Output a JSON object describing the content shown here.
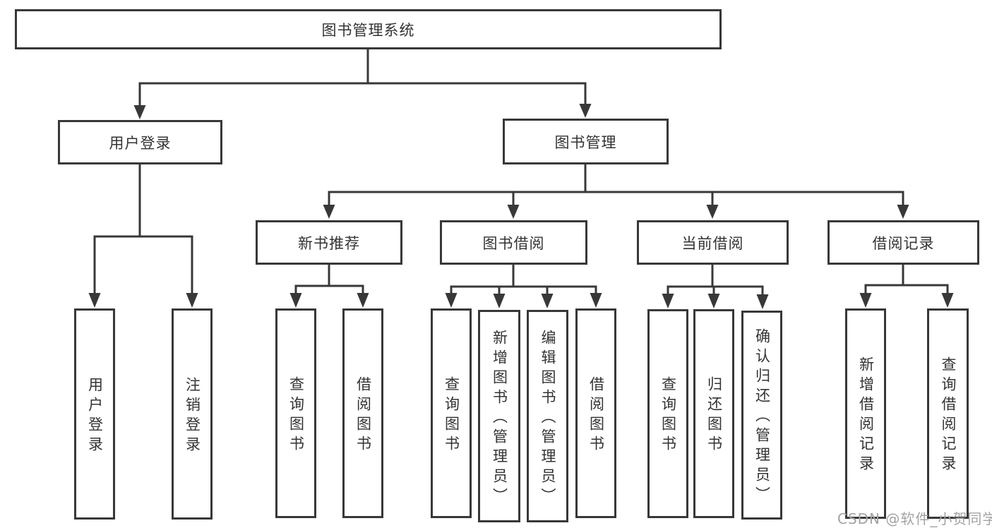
{
  "diagram": {
    "type": "hierarchy-tree",
    "root": {
      "label": "图书管理系统"
    },
    "level2": [
      {
        "label": "用户登录"
      },
      {
        "label": "图书管理"
      }
    ],
    "level3": [
      {
        "label": "新书推荐"
      },
      {
        "label": "图书借阅"
      },
      {
        "label": "当前借阅"
      },
      {
        "label": "借阅记录"
      }
    ],
    "leaves": [
      {
        "label": "用户登录"
      },
      {
        "label": "注销登录"
      },
      {
        "label": "查询图书"
      },
      {
        "label": "借阅图书"
      },
      {
        "label": "查询图书"
      },
      {
        "label": "新增图书（管理员）"
      },
      {
        "label": "编辑图书（管理员）"
      },
      {
        "label": "借阅图书"
      },
      {
        "label": "查询图书"
      },
      {
        "label": "归还图书"
      },
      {
        "label": "确认归还（管理员）"
      },
      {
        "label": "新增借阅记录"
      },
      {
        "label": "查询借阅记录"
      }
    ],
    "hierarchy": {
      "图书管理系统": [
        "用户登录",
        "图书管理"
      ],
      "用户登录": [
        "用户登录",
        "注销登录"
      ],
      "图书管理": [
        "新书推荐",
        "图书借阅",
        "当前借阅",
        "借阅记录"
      ],
      "新书推荐": [
        "查询图书",
        "借阅图书"
      ],
      "图书借阅": [
        "查询图书",
        "新增图书（管理员）",
        "编辑图书（管理员）",
        "借阅图书"
      ],
      "当前借阅": [
        "查询图书",
        "归还图书",
        "确认归还（管理员）"
      ],
      "借阅记录": [
        "新增借阅记录",
        "查询借阅记录"
      ]
    },
    "colors": {
      "line": "#383838",
      "box_border": "#383838",
      "text": "#333333",
      "watermark": "#a3a3a3",
      "background": "#ffffff"
    }
  },
  "watermark": {
    "text": "CSDN @软件_小贺同学"
  }
}
